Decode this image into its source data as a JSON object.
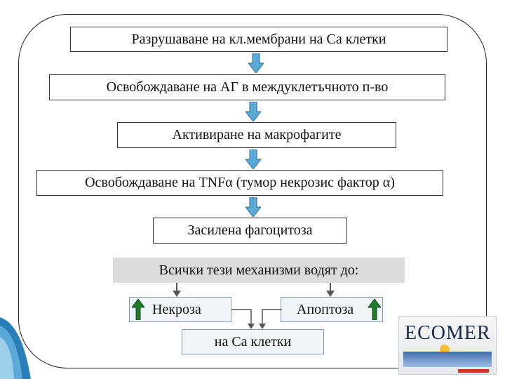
{
  "flow": {
    "step1": "Разрушаване на кл.мембрани на Са клетки",
    "step2": "Освобождаване на АГ в междуклетъчното п-во",
    "step3": "Активиране на макрофагите",
    "step4": "Освобождаване на TNFα (тумор некрозис фактор α)",
    "step5": "Засилена фагоцитоза",
    "summary": "Всички тези механизми водят до:",
    "outcome_left": "Некроза",
    "outcome_right": "Апоптоза",
    "target": "на Са клетки"
  },
  "logo": {
    "brand": "ECOMER"
  },
  "colors": {
    "arrow_blue": "#5aa9d8",
    "arrow_green": "#1f7a2c",
    "summary_grey": "#dcdcdc",
    "outcome_border": "#7f9bb8"
  }
}
